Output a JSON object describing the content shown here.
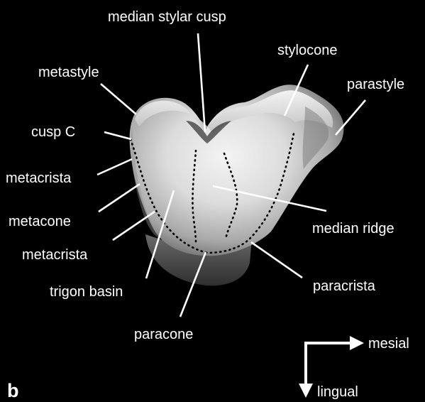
{
  "panel_letter": "b",
  "labels": {
    "median_stylar_cusp": "median stylar cusp",
    "stylocone": "stylocone",
    "metastyle": "metastyle",
    "parastyle": "parastyle",
    "cusp_c": "cusp C",
    "metacrista_upper": "metacrista",
    "metacone": "metacone",
    "median_ridge": "median ridge",
    "metacrista_lower": "metacrista",
    "trigon_basin": "trigon basin",
    "paracrista": "paracrista",
    "paracone": "paracone"
  },
  "orientation": {
    "mesial": "mesial",
    "lingual": "lingual"
  },
  "colors": {
    "background": "#000000",
    "text": "#ffffff",
    "tooth_light": "#ececec",
    "tooth_dark": "#5a5a5a"
  }
}
